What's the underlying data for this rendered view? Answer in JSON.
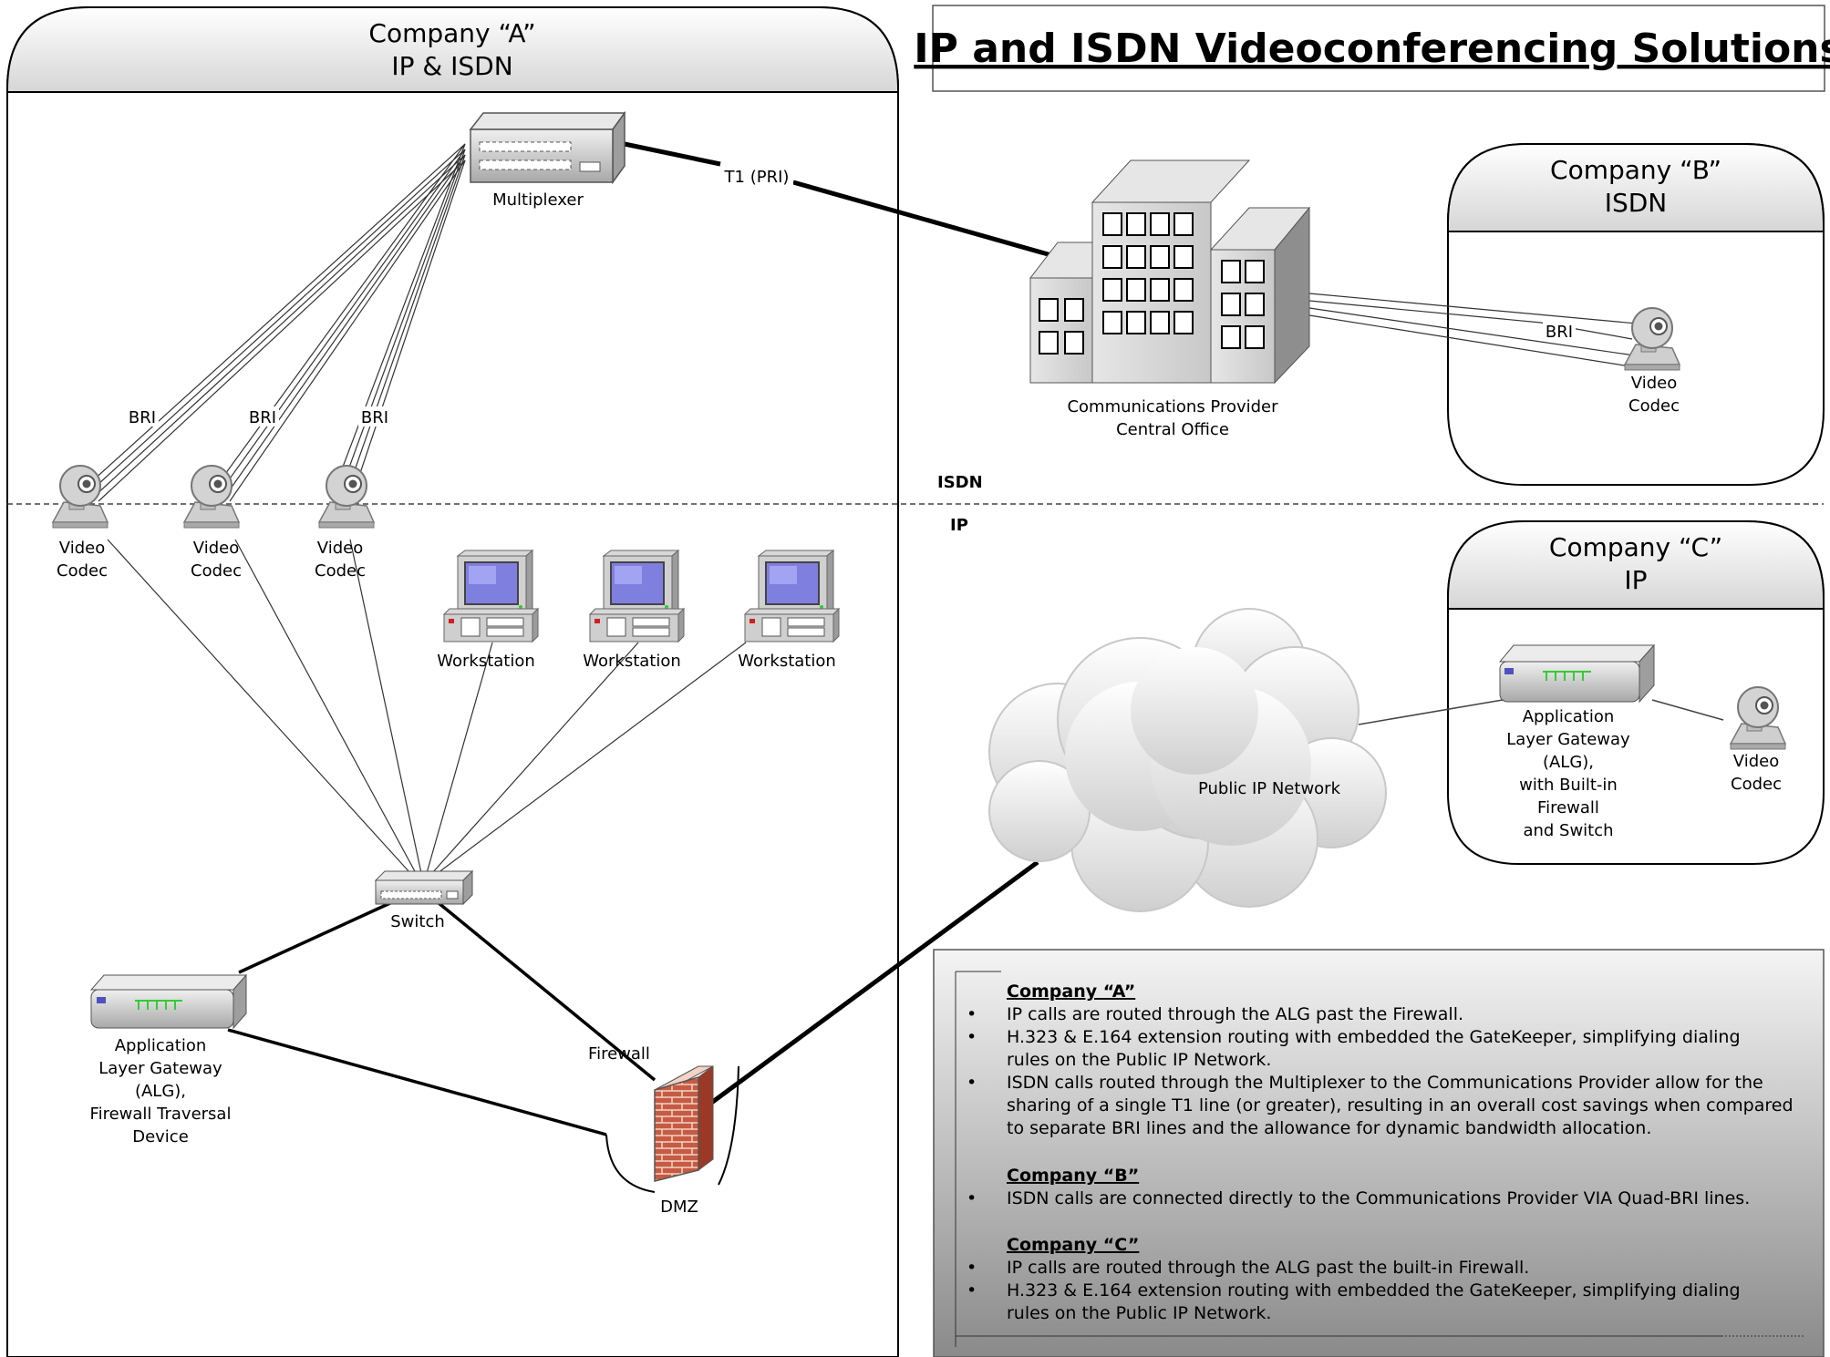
{
  "title": "IP and ISDN Videoconferencing Solutions",
  "zones": {
    "isdn_label": "ISDN",
    "ip_label": "IP"
  },
  "company_a": {
    "title_line1": "Company “A”",
    "title_line2": "IP & ISDN"
  },
  "company_b": {
    "title_line1": "Company “B”",
    "title_line2": "ISDN"
  },
  "company_c": {
    "title_line1": "Company “C”",
    "title_line2": "IP"
  },
  "devices": {
    "multiplexer": "Multiplexer",
    "t1_link": "T1 (PRI)",
    "bri_a1": "BRI",
    "bri_a2": "BRI",
    "bri_a3": "BRI",
    "bri_b": "BRI",
    "codec_label_line1": "Video",
    "codec_label_line2": "Codec",
    "workstation": "Workstation",
    "switch": "Switch",
    "alg_a": [
      "Application",
      "Layer Gateway",
      "(ALG),",
      "Firewall Traversal",
      "Device"
    ],
    "firewall": "Firewall",
    "dmz": "DMZ",
    "central_office": [
      "Communications Provider",
      "Central Office"
    ],
    "cloud": "Public IP Network",
    "alg_c": [
      "Application",
      "Layer Gateway",
      "(ALG),",
      "with Built-in",
      "Firewall",
      "and Switch"
    ]
  },
  "notes": [
    {
      "heading": "Company “A”",
      "items": [
        [
          "IP calls are routed through the ALG past the Firewall."
        ],
        [
          "H.323 & E.164 extension routing with embedded the GateKeeper, simplifying dialing",
          "rules on the Public IP Network."
        ],
        [
          "ISDN calls routed through the Multiplexer to the Communications Provider allow for the",
          "sharing of a single T1 line (or greater), resulting in an overall cost savings when compared",
          "to separate BRI lines and the allowance for dynamic bandwidth allocation."
        ]
      ]
    },
    {
      "heading": "Company “B”",
      "items": [
        [
          "ISDN calls are connected directly to the Communications Provider VIA Quad-BRI lines."
        ]
      ]
    },
    {
      "heading": "Company “C”",
      "items": [
        [
          "IP calls are routed through the ALG past the built-in Firewall."
        ],
        [
          "H.323 & E.164 extension routing with embedded the GateKeeper, simplifying dialing",
          "rules on the Public IP Network."
        ]
      ]
    }
  ],
  "colors": {
    "panel_header_top": "#ffffff",
    "panel_header_bottom": "#d9d9d9",
    "brick": "#c0503a",
    "screen": "#8c8ce6",
    "led_green": "#33cc33",
    "notes_bg_top": "#f2f2f2",
    "notes_bg_bottom": "#8c8c8c"
  }
}
